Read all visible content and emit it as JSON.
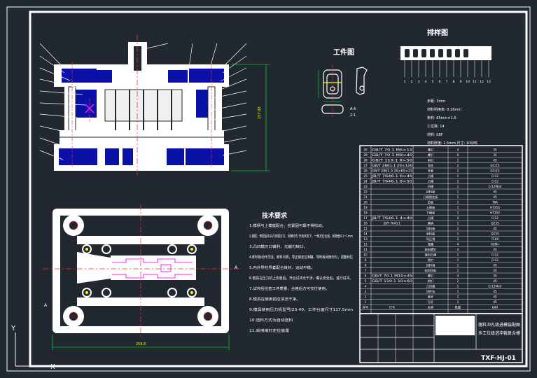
{
  "views": {
    "workpiece_title": "工件图",
    "strip_title": "排样图",
    "front_height_dim": "157.00",
    "plan_width_dim": "259.8",
    "workpiece_section_label": "A-A",
    "workpiece_scale_label": "2:1"
  },
  "strip_numbers": [
    "1",
    "2",
    "3",
    "4",
    "5",
    "6",
    "7",
    "8",
    "9",
    "10",
    "11",
    "12",
    "13"
  ],
  "strip_params": [
    "步距: 3mm",
    "材料利用率: 0.16mm",
    "条料: 65mm×1.5",
    "工位数: 14",
    "材料: 08F",
    "材料厚度: 1.5mm 尺寸: 100/料"
  ],
  "tech_req": {
    "title": "技术要求",
    "items": [
      "1.模柄与上模座配合，应紧固可靠不得松动。",
      "2.装配、修配后冲头凸凹模刃口、间隙均匀 开启状态下，一致定位合适，间隙值0.1~1mm",
      "3.凸凹模刃口锋利，无崩刃缺口。",
      "4.卸料板动作灵活，卸料可靠，导正销定位准确，导料板间隙均匀，调整到位",
      "5.内外导柱导套配合良好，运动平稳。",
      "6.模具在压力机上安装后，开合试冲无干涉，确认安全后，进行试冲。",
      "7.试冲后检查工件质量，合格后方可交付使用。",
      "8.模具在使用前应清洁干净。",
      "9.模具使用压力机型号J23-40，工作台面尺寸117.5mm",
      "10.送料方式为自动送料",
      "11.采用销钉定位装置"
    ]
  },
  "bom": {
    "header": [
      "序号",
      "代号",
      "名称",
      "数量",
      "材料"
    ],
    "rows": [
      [
        "30",
        "GB/T 70.1 M6×12",
        "螺钉",
        "4",
        "35"
      ],
      [
        "29",
        "GB/T 70.1 M8×40",
        "螺钉",
        "6",
        "35"
      ],
      [
        "28",
        "GB/T 119.1 8×50",
        "销钉",
        "2",
        "45"
      ],
      [
        "27",
        "GB/T 2861.1 20×120",
        "导柱",
        "2",
        "GCr15"
      ],
      [
        "26",
        "GB/T 2861.3 20×65×23",
        "导套",
        "2",
        "GCr15"
      ],
      [
        "25",
        "JB/T 7646.1 6×45",
        "凸模",
        "1",
        "Cr12"
      ],
      [
        "24",
        "JB/T 7646.1 8×50",
        "凸模",
        "2",
        "Cr12"
      ],
      [
        "23",
        "",
        "凹模",
        "1",
        "Cr12MoV"
      ],
      [
        "22",
        "",
        "卸料板",
        "1",
        "45"
      ],
      [
        "21",
        "",
        "凸模固定板",
        "1",
        "45"
      ],
      [
        "20",
        "",
        "垫板",
        "1",
        "T8A"
      ],
      [
        "19",
        "",
        "上模座",
        "1",
        "HT250"
      ],
      [
        "18",
        "",
        "下模座",
        "1",
        "HT250"
      ],
      [
        "17",
        "JB/T 7646.1 4×40",
        "凸模",
        "4",
        "Cr12"
      ],
      [
        "16",
        "JB/T 7643.1",
        "模柄",
        "1",
        "Q235"
      ],
      [
        "15",
        "",
        "导料板",
        "2",
        "45"
      ],
      [
        "14",
        "",
        "承料板",
        "1",
        "Q235"
      ],
      [
        "13",
        "",
        "导正销",
        "2",
        "T10A"
      ],
      [
        "12",
        "",
        "弹簧",
        "4",
        "65Mn"
      ],
      [
        "11",
        "",
        "卸料螺钉",
        "4",
        "45"
      ],
      [
        "10",
        "",
        "落料凸模",
        "1",
        "Cr12"
      ],
      [
        "9",
        "",
        "侧刃",
        "1",
        "Cr12"
      ],
      [
        "8",
        "",
        "挡料销",
        "1",
        "45"
      ],
      [
        "7",
        "",
        "始用挡料",
        "1",
        "45"
      ],
      [
        "6",
        "GB/T 70.1 M10×45",
        "螺钉",
        "4",
        "35"
      ],
      [
        "5",
        "GB/T 119.1 10×60",
        "销钉",
        "2",
        "45"
      ],
      [
        "4",
        "",
        "凸凹模",
        "1",
        "Cr12MoV"
      ],
      [
        "3",
        "",
        "顶件块",
        "1",
        "45"
      ],
      [
        "2",
        "",
        "推杆",
        "1",
        "45"
      ],
      [
        "1",
        "",
        "打杆",
        "1",
        "45"
      ]
    ]
  },
  "title_block": {
    "drawing_title": "落料冲孔级进模装配图",
    "drawing_subtitle": "多工位级进冲裁复合模",
    "drawing_number": "TXF-HJ-01",
    "ucs_x": "X",
    "ucs_y": "Y"
  }
}
